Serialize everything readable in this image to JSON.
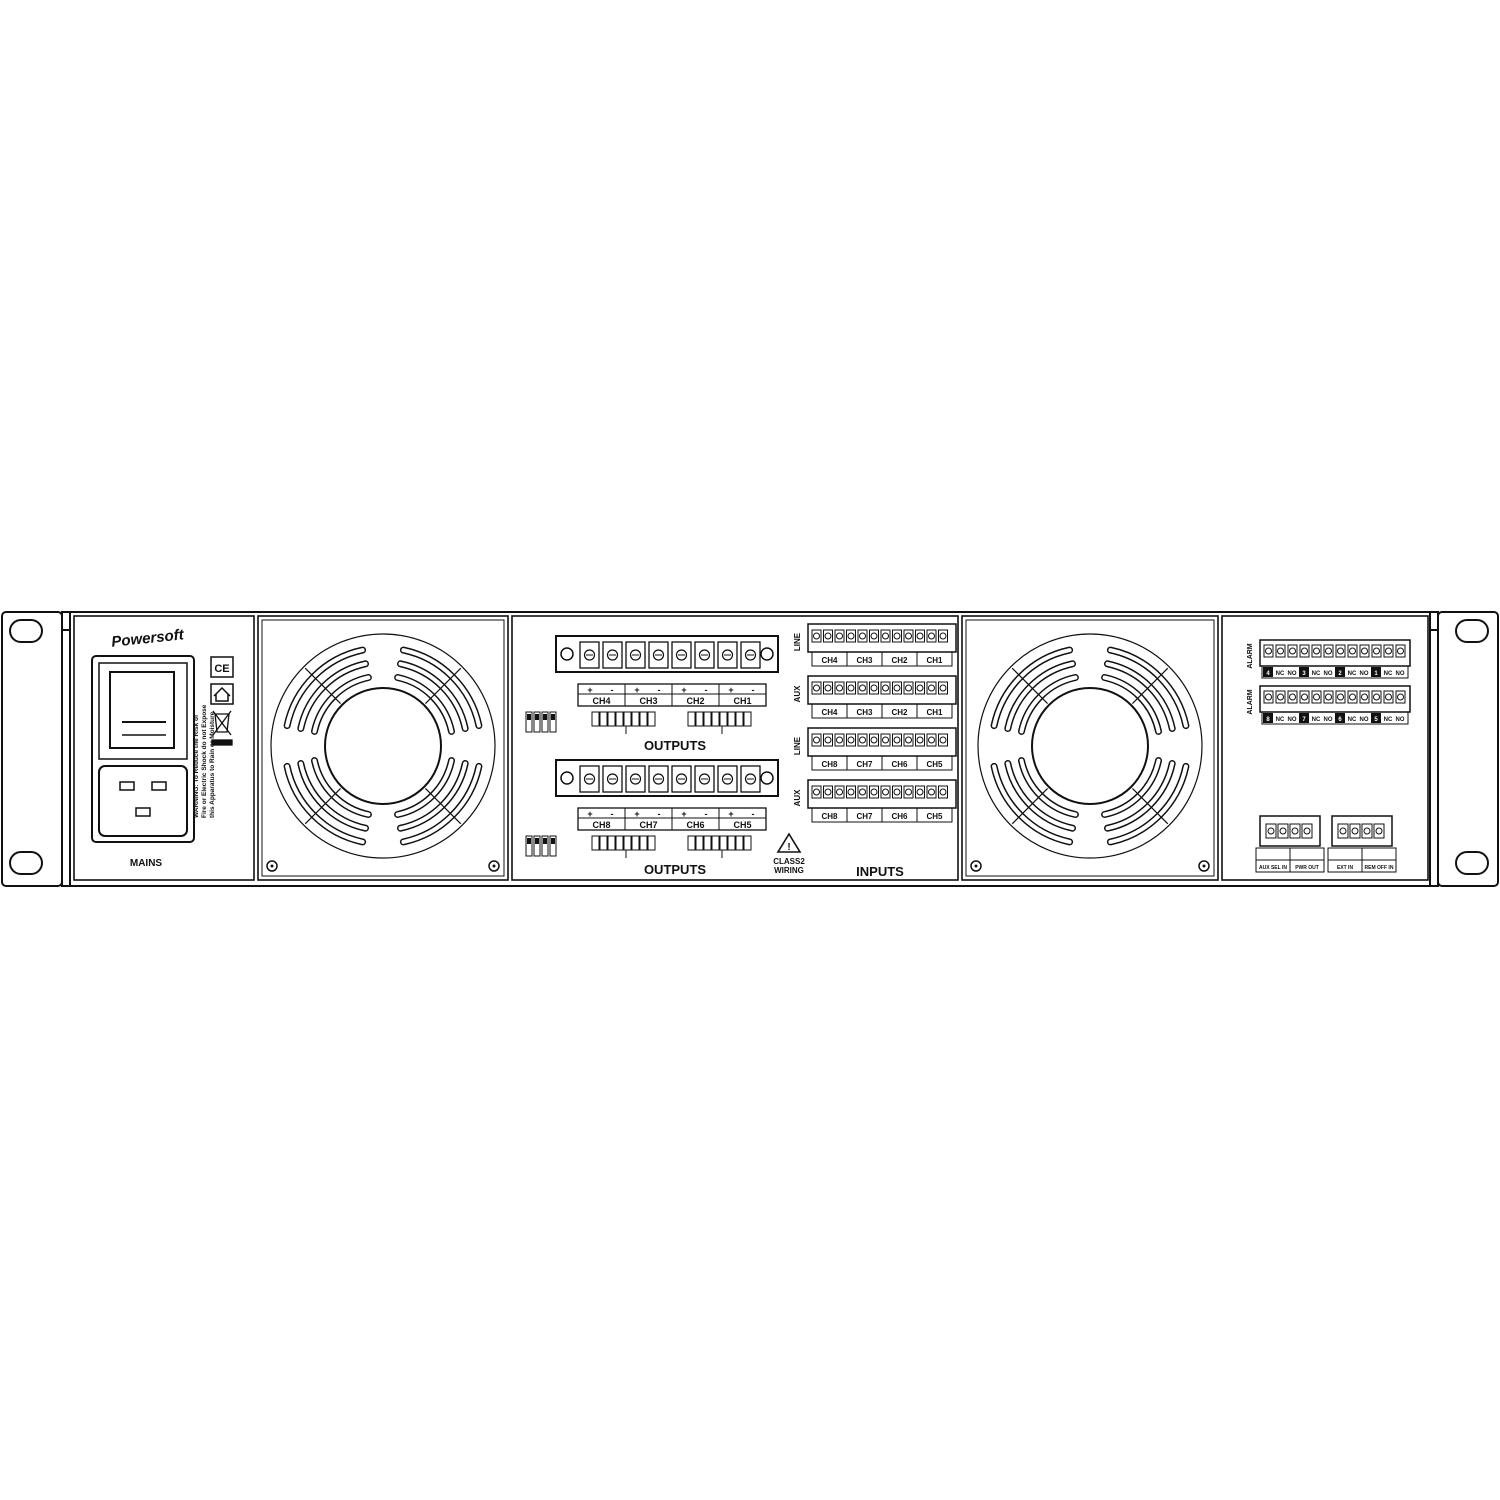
{
  "brand": "Powersoft",
  "mains_label": "MAINS",
  "warning_lines": [
    "WARNING: To Reduce the Risk of",
    "Fire or Electric Shock do not Expose",
    "this Apparatus to Rain or Moisture"
  ],
  "ce_mark": "CE",
  "outputs_label": "OUTPUTS",
  "inputs_label": "INPUTS",
  "class2_lines": [
    "CLASS2",
    "WIRING"
  ],
  "plus_minus": [
    "+",
    "-"
  ],
  "line_label": "LINE",
  "aux_label": "AUX",
  "alarm_label": "ALARM",
  "outputs_top_channels": [
    "CH4",
    "CH3",
    "CH2",
    "CH1"
  ],
  "outputs_bottom_channels": [
    "CH8",
    "CH7",
    "CH6",
    "CH5"
  ],
  "inputs_channels_top": [
    "CH4",
    "CH3",
    "CH2",
    "CH1"
  ],
  "inputs_channels_bottom": [
    "CH8",
    "CH7",
    "CH6",
    "CH5"
  ],
  "alarm_top_labels": [
    "4",
    "NC",
    "NO",
    "3",
    "NC",
    "NO",
    "2",
    "NC",
    "NO",
    "1",
    "NC",
    "NO"
  ],
  "alarm_bottom_labels": [
    "8",
    "NC",
    "NO",
    "7",
    "NC",
    "NO",
    "6",
    "NC",
    "NO",
    "5",
    "NC",
    "NO"
  ],
  "aux_terminal_labels": [
    "AUX SEL IN",
    "PWR OUT"
  ],
  "ext_terminal_labels": [
    "EXT IN",
    "REM OFF IN"
  ]
}
